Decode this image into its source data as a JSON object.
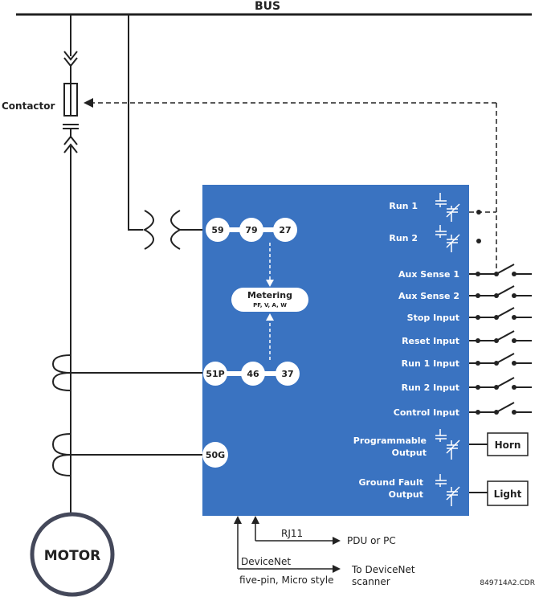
{
  "labels": {
    "bus": "BUS",
    "contactor": "Contactor",
    "motor": "MOTOR",
    "drawing_id": "849714A2.CDR"
  },
  "relay": {
    "fill_color": "#3a73c1",
    "top_row": [
      "59",
      "79",
      "27"
    ],
    "bottom_row": [
      "51P",
      "46",
      "37"
    ],
    "ground": "50G",
    "metering_title": "Metering",
    "metering_sub": "PF, V, A, W",
    "outputs": [
      "Run 1",
      "Run 2"
    ],
    "inputs": [
      "Aux Sense 1",
      "Aux Sense 2",
      "Stop Input",
      "Reset Input",
      "Run 1 Input",
      "Run 2 Input",
      "Control Input"
    ],
    "programmable_line1": "Programmable",
    "programmable_line2": "Output",
    "ground_fault_line1": "Ground Fault",
    "ground_fault_line2": "Output"
  },
  "devices": {
    "horn": "Horn",
    "light": "Light"
  },
  "comms": {
    "rj11": "RJ11",
    "pdu": "PDU or PC",
    "devicenet": "DeviceNet",
    "devicenet_sub": "five-pin, Micro style",
    "scanner_line1": "To DeviceNet",
    "scanner_line2": "scanner"
  }
}
